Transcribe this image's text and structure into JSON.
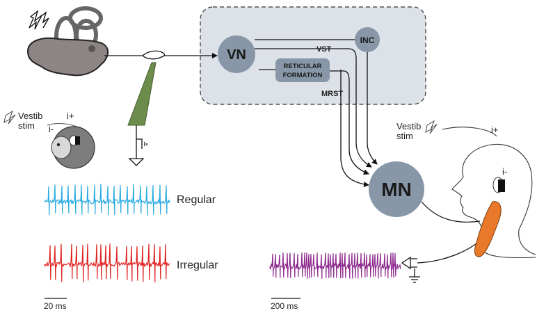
{
  "colors": {
    "region_fill": "#dde1e8",
    "node_fill": "#8797a8",
    "regular_trace": "#29abe2",
    "irregular_trace": "#e02020",
    "emg_trace": "#8e2a8e",
    "electrode": "#6b8c4a",
    "muscle": "#e8792a"
  },
  "icons": [
    "lightning-icon",
    "inner-ear-icon",
    "ground-icon",
    "monkey-head-icon",
    "human-head-icon",
    "neck-muscle-icon",
    "emg-probe-icon"
  ],
  "nodes": {
    "vn": "VN",
    "inc": "INC",
    "reticular_line1": "RETICULAR",
    "reticular_line2": "FORMATION",
    "mn": "MN"
  },
  "pathways": {
    "vst": "VST",
    "mrst": "MRST"
  },
  "stim_left": {
    "line1": "Vestib",
    "line2": "stim",
    "plus": "i+",
    "minus": "i-"
  },
  "stim_right": {
    "line1": "Vestib",
    "line2": "stim",
    "plus": "i+",
    "minus": "i-"
  },
  "traces": {
    "regular": "Regular",
    "irregular": "Irregular",
    "scale_left": "20 ms",
    "scale_right": "200 ms"
  }
}
